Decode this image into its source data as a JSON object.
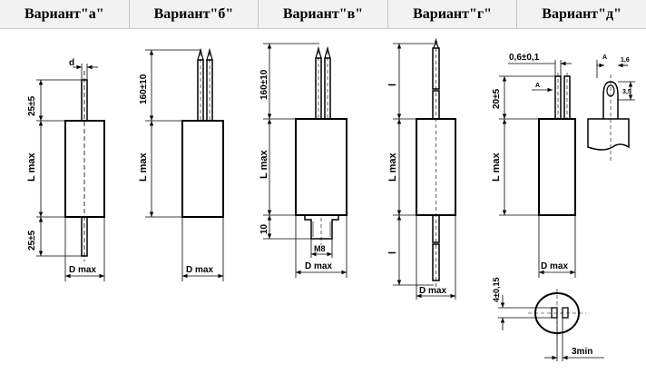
{
  "header": {
    "variants": [
      "Вариант\"а\"",
      "Вариант\"б\"",
      "Вариант\"в\"",
      "Вариант\"г\"",
      "Вариант\"д\""
    ]
  },
  "labels": {
    "d": "d",
    "len_25": "25±5",
    "len_20": "20±5",
    "len_160": "160±10",
    "len_10": "10",
    "l_max": "L max",
    "d_max": "D max",
    "m8": "M8",
    "l": "l",
    "dim_06": "0,6±0,1",
    "dim_16": "1,6",
    "dim_35": "3,5",
    "dim_4": "4±0,15",
    "dim_3min": "3min",
    "a": "A"
  },
  "colors": {
    "line": "#000000",
    "header_bg": "#f2f2f2",
    "grid": "#c8c8c8"
  }
}
